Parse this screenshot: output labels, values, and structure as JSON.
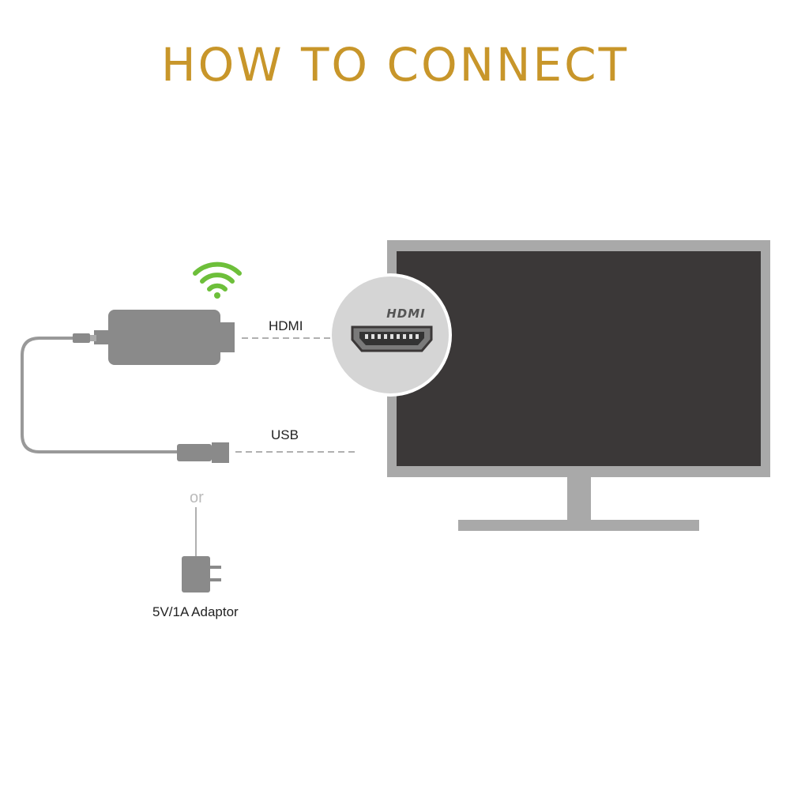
{
  "title": "HOW TO CONNECT",
  "labels": {
    "hdmi": "HDMI",
    "usb": "USB",
    "or": "or",
    "adaptor": "5V/1A Adaptor",
    "port_logo": "HDMI"
  },
  "colors": {
    "title": "#c8962a",
    "wifi": "#6dbf3a",
    "device": "#8a8a8a",
    "tv_frame": "#a9a9a9",
    "tv_screen": "#3b3838"
  }
}
